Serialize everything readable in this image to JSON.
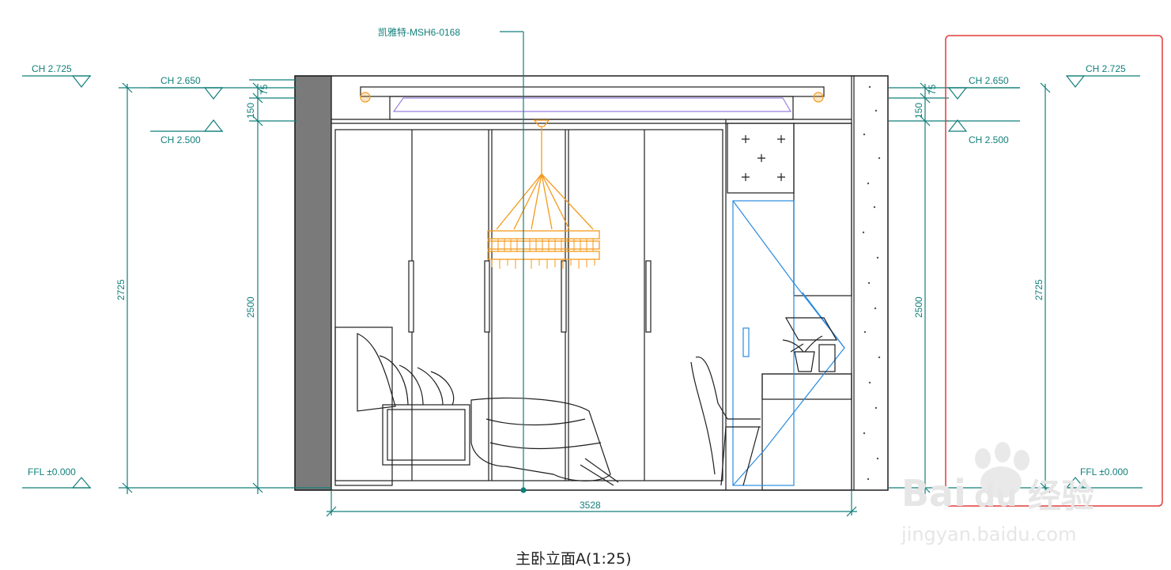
{
  "drawing": {
    "title": "主卧立面A(1:25)",
    "fixture_label": "凯雅特-MSH6-0168",
    "levels": {
      "ch_2725": "CH  2.725",
      "ch_2650": "CH  2.650",
      "ch_2500": "CH  2.500",
      "ffl": "FFL  ±0.000"
    },
    "dimensions": {
      "total_height": "2725",
      "ceiling_height": "2500",
      "cove_depth": "150",
      "cove_step": "75",
      "width": "3528"
    },
    "colors": {
      "dimension": "#117f7a",
      "fixture": "#f39a1c",
      "door_outline": "#2a8be0",
      "wall_section": "#7a7a7a",
      "linework": "#1e1e1e",
      "highlight_box": "#e03c3c"
    }
  },
  "watermark": {
    "brand": "Bai",
    "brand_suffix": "du",
    "product": "经验",
    "url": "jingyan.baidu.com"
  }
}
